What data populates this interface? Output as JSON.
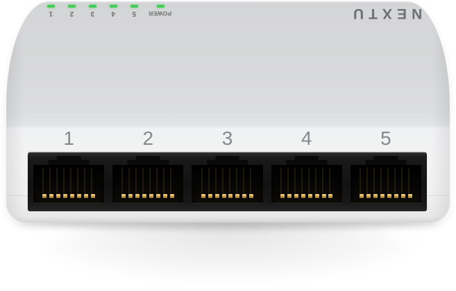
{
  "device": {
    "brand": "NEXTU"
  },
  "indicators": {
    "labels": [
      "1",
      "2",
      "3",
      "4",
      "5",
      "POWER"
    ],
    "led_state": "on"
  },
  "ports": {
    "labels": [
      "1",
      "2",
      "3",
      "4",
      "5"
    ],
    "pins_per_port": 8
  },
  "colors": {
    "led_green": "#45cb57",
    "pin_gold_light": "#f2d98c",
    "pin_gold_mid": "#d9ae55",
    "pin_gold_dark": "#8a682c",
    "body_top_gray": "#d5d6d7",
    "body_front_gray": "#f1f1f2",
    "port_black": "#0b0b0b",
    "label_gray": "#85878a",
    "logo_gray": "#6f7072"
  }
}
